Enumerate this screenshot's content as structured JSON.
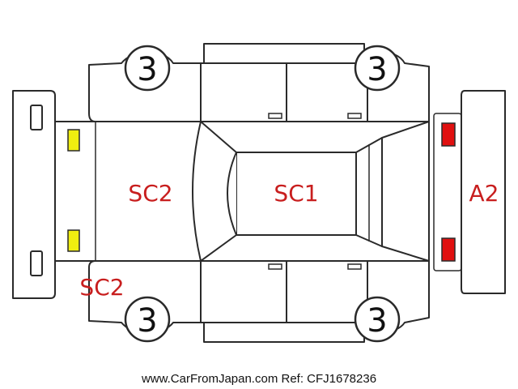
{
  "colors": {
    "damage_text": "#c81e1e",
    "yellow_light": "#f0ee10",
    "red_light": "#e01010",
    "outline": "#2a2a2a"
  },
  "tires": {
    "top_left": "3",
    "top_right": "3",
    "bottom_left": "3",
    "bottom_right": "3"
  },
  "damage_marks": {
    "hood": "SC2",
    "roof": "SC1",
    "rear": "A2",
    "front_left_corner": "SC2"
  },
  "footer": {
    "text": "www.CarFromJapan.com Ref: CFJ1678236"
  }
}
